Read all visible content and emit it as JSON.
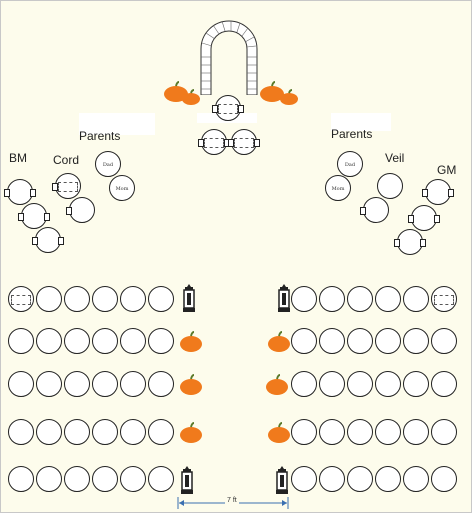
{
  "labels": {
    "bm": "BM",
    "cord": "Cord",
    "parents_left": "Parents",
    "parents_right": "Parents",
    "veil": "Veil",
    "gm": "GM"
  },
  "seat_tags": {
    "mom": "Mom",
    "dad": "Dad"
  },
  "dimension": "7 ft",
  "colors": {
    "background": "#fdfcec",
    "pumpkin": "#f07a1c",
    "pumpkin_stem": "#5b7a2a",
    "line": "#222222",
    "dimension_line": "#3a6fb0"
  },
  "icons": [
    "arch-icon",
    "pumpkin-icon",
    "lantern-icon"
  ]
}
